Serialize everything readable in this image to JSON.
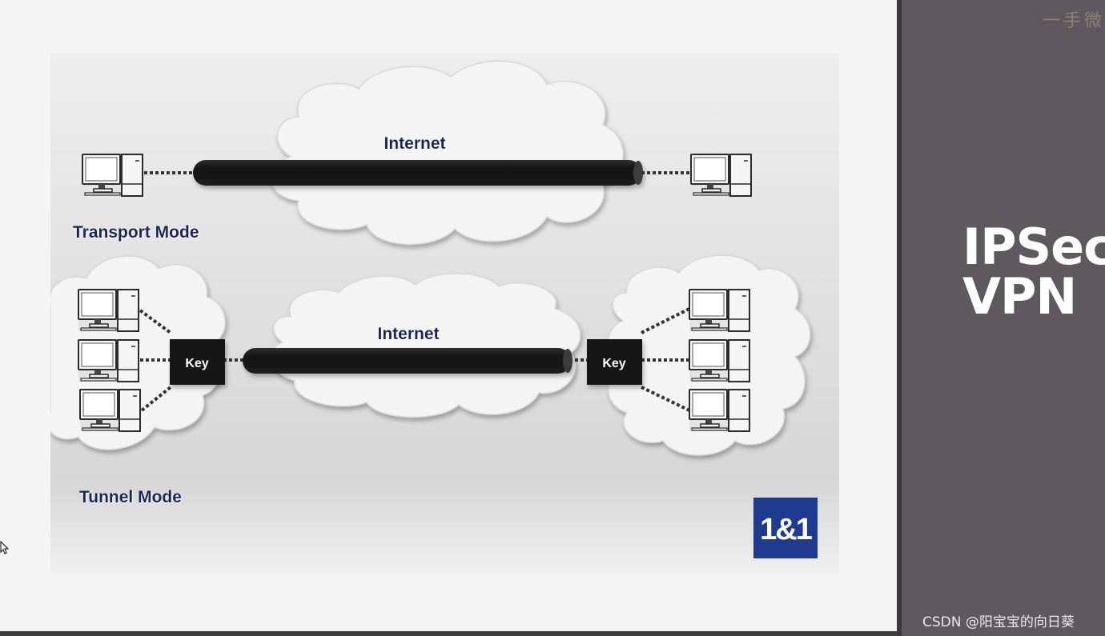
{
  "diagram": {
    "internet_top": "Internet",
    "internet_bottom": "Internet",
    "transport_mode": "Transport Mode",
    "tunnel_mode": "Tunnel Mode",
    "key_left": "Key",
    "key_right": "Key",
    "logo": "1&1"
  },
  "sidebar": {
    "title_line1": "IPSec",
    "title_line2": "VPN",
    "watermark": "一手微",
    "credit": "CSDN @阳宝宝的向日葵"
  },
  "colors": {
    "label_navy": "#13235b",
    "logo_blue": "#1f3b8f",
    "sidebar": "#5e595c",
    "tube": "#141414"
  }
}
